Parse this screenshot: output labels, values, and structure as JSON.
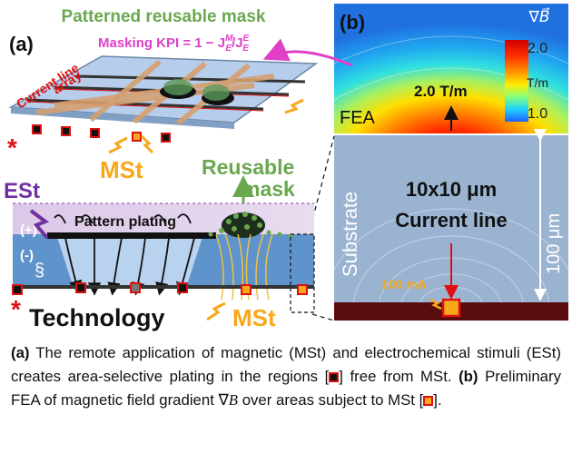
{
  "labels": {
    "title_top": "Patterned reusable mask",
    "kpi": "Masking KPI = 1 − J",
    "kpi_sup1": "M",
    "kpi_sub1": "E",
    "kpi_mid": "/J",
    "kpi_sup2": "E",
    "kpi_sub2": "E",
    "panel_a": "(a)",
    "panel_b": "(b)",
    "current_line": "Current line",
    "array": "array",
    "mst_top": "MSt",
    "reusable": "Reusable",
    "mask": "mask",
    "est": "ESt",
    "plus": "(+)",
    "minus": "(-)",
    "pattern_plating": "Pattern plating",
    "section": "§",
    "technology": "Technology",
    "mst_bottom": "MSt",
    "asterisk": "*",
    "nabla_b": "∇B⃗",
    "scale_max": "2.0",
    "scale_unit": "T/m",
    "scale_min": "1.0",
    "gradient_label": "2.0 T/m",
    "fea": "FEA",
    "substrate": "Substrate",
    "size_line1": "10x10 μm",
    "size_line2": "Current line",
    "dim_100um": "100 μm",
    "current_100ma": "100 mA"
  },
  "caption": {
    "a": "(a)",
    "t1": " The remote application of magnetic (MSt) and electrochemical stimuli (ESt) creates area-selective plating in the regions [",
    "t2": "] free from MSt. ",
    "b": "(b)",
    "t3": " Preliminary FEA of magnetic field gradient ∇",
    "bvar": "B",
    "t4": " over areas subject to MSt [",
    "t5": "]."
  },
  "colors": {
    "green": "#6aa84f",
    "magenta": "#e040c8",
    "orange": "#f7a81b",
    "purple": "#7030a0",
    "red": "#e01010",
    "blue_bg": "#9ab3d0"
  }
}
